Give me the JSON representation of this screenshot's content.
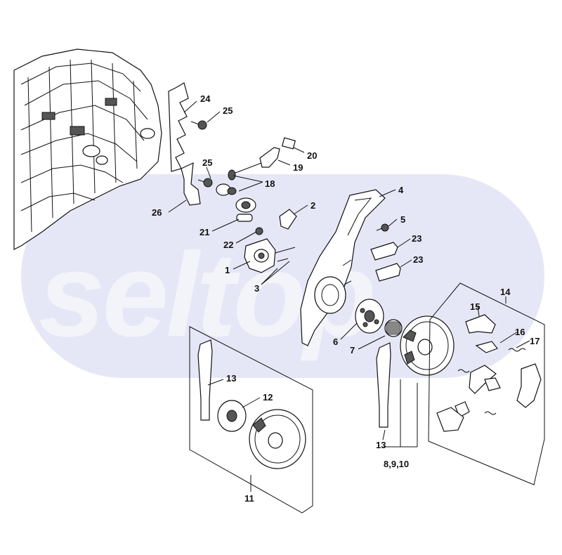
{
  "watermark": {
    "text": "seltop",
    "band_color": "#e6e7f6"
  },
  "callouts": [
    {
      "id": "c24",
      "label": "24"
    },
    {
      "id": "c25a",
      "label": "25"
    },
    {
      "id": "c25b",
      "label": "25"
    },
    {
      "id": "c20",
      "label": "20"
    },
    {
      "id": "c19",
      "label": "19"
    },
    {
      "id": "c18",
      "label": "18"
    },
    {
      "id": "c4",
      "label": "4"
    },
    {
      "id": "c2",
      "label": "2"
    },
    {
      "id": "c26",
      "label": "26"
    },
    {
      "id": "c21",
      "label": "21"
    },
    {
      "id": "c5",
      "label": "5"
    },
    {
      "id": "c22",
      "label": "22"
    },
    {
      "id": "c23a",
      "label": "23"
    },
    {
      "id": "c1",
      "label": "1"
    },
    {
      "id": "c23b",
      "label": "23"
    },
    {
      "id": "c3",
      "label": "3"
    },
    {
      "id": "c14",
      "label": "14"
    },
    {
      "id": "c15",
      "label": "15"
    },
    {
      "id": "c16",
      "label": "16"
    },
    {
      "id": "c6",
      "label": "6"
    },
    {
      "id": "c17",
      "label": "17"
    },
    {
      "id": "c7",
      "label": "7"
    },
    {
      "id": "c13a",
      "label": "13"
    },
    {
      "id": "c12",
      "label": "12"
    },
    {
      "id": "c13b",
      "label": "13"
    },
    {
      "id": "c8910",
      "label": "8,9,10"
    },
    {
      "id": "c11",
      "label": "11"
    }
  ]
}
